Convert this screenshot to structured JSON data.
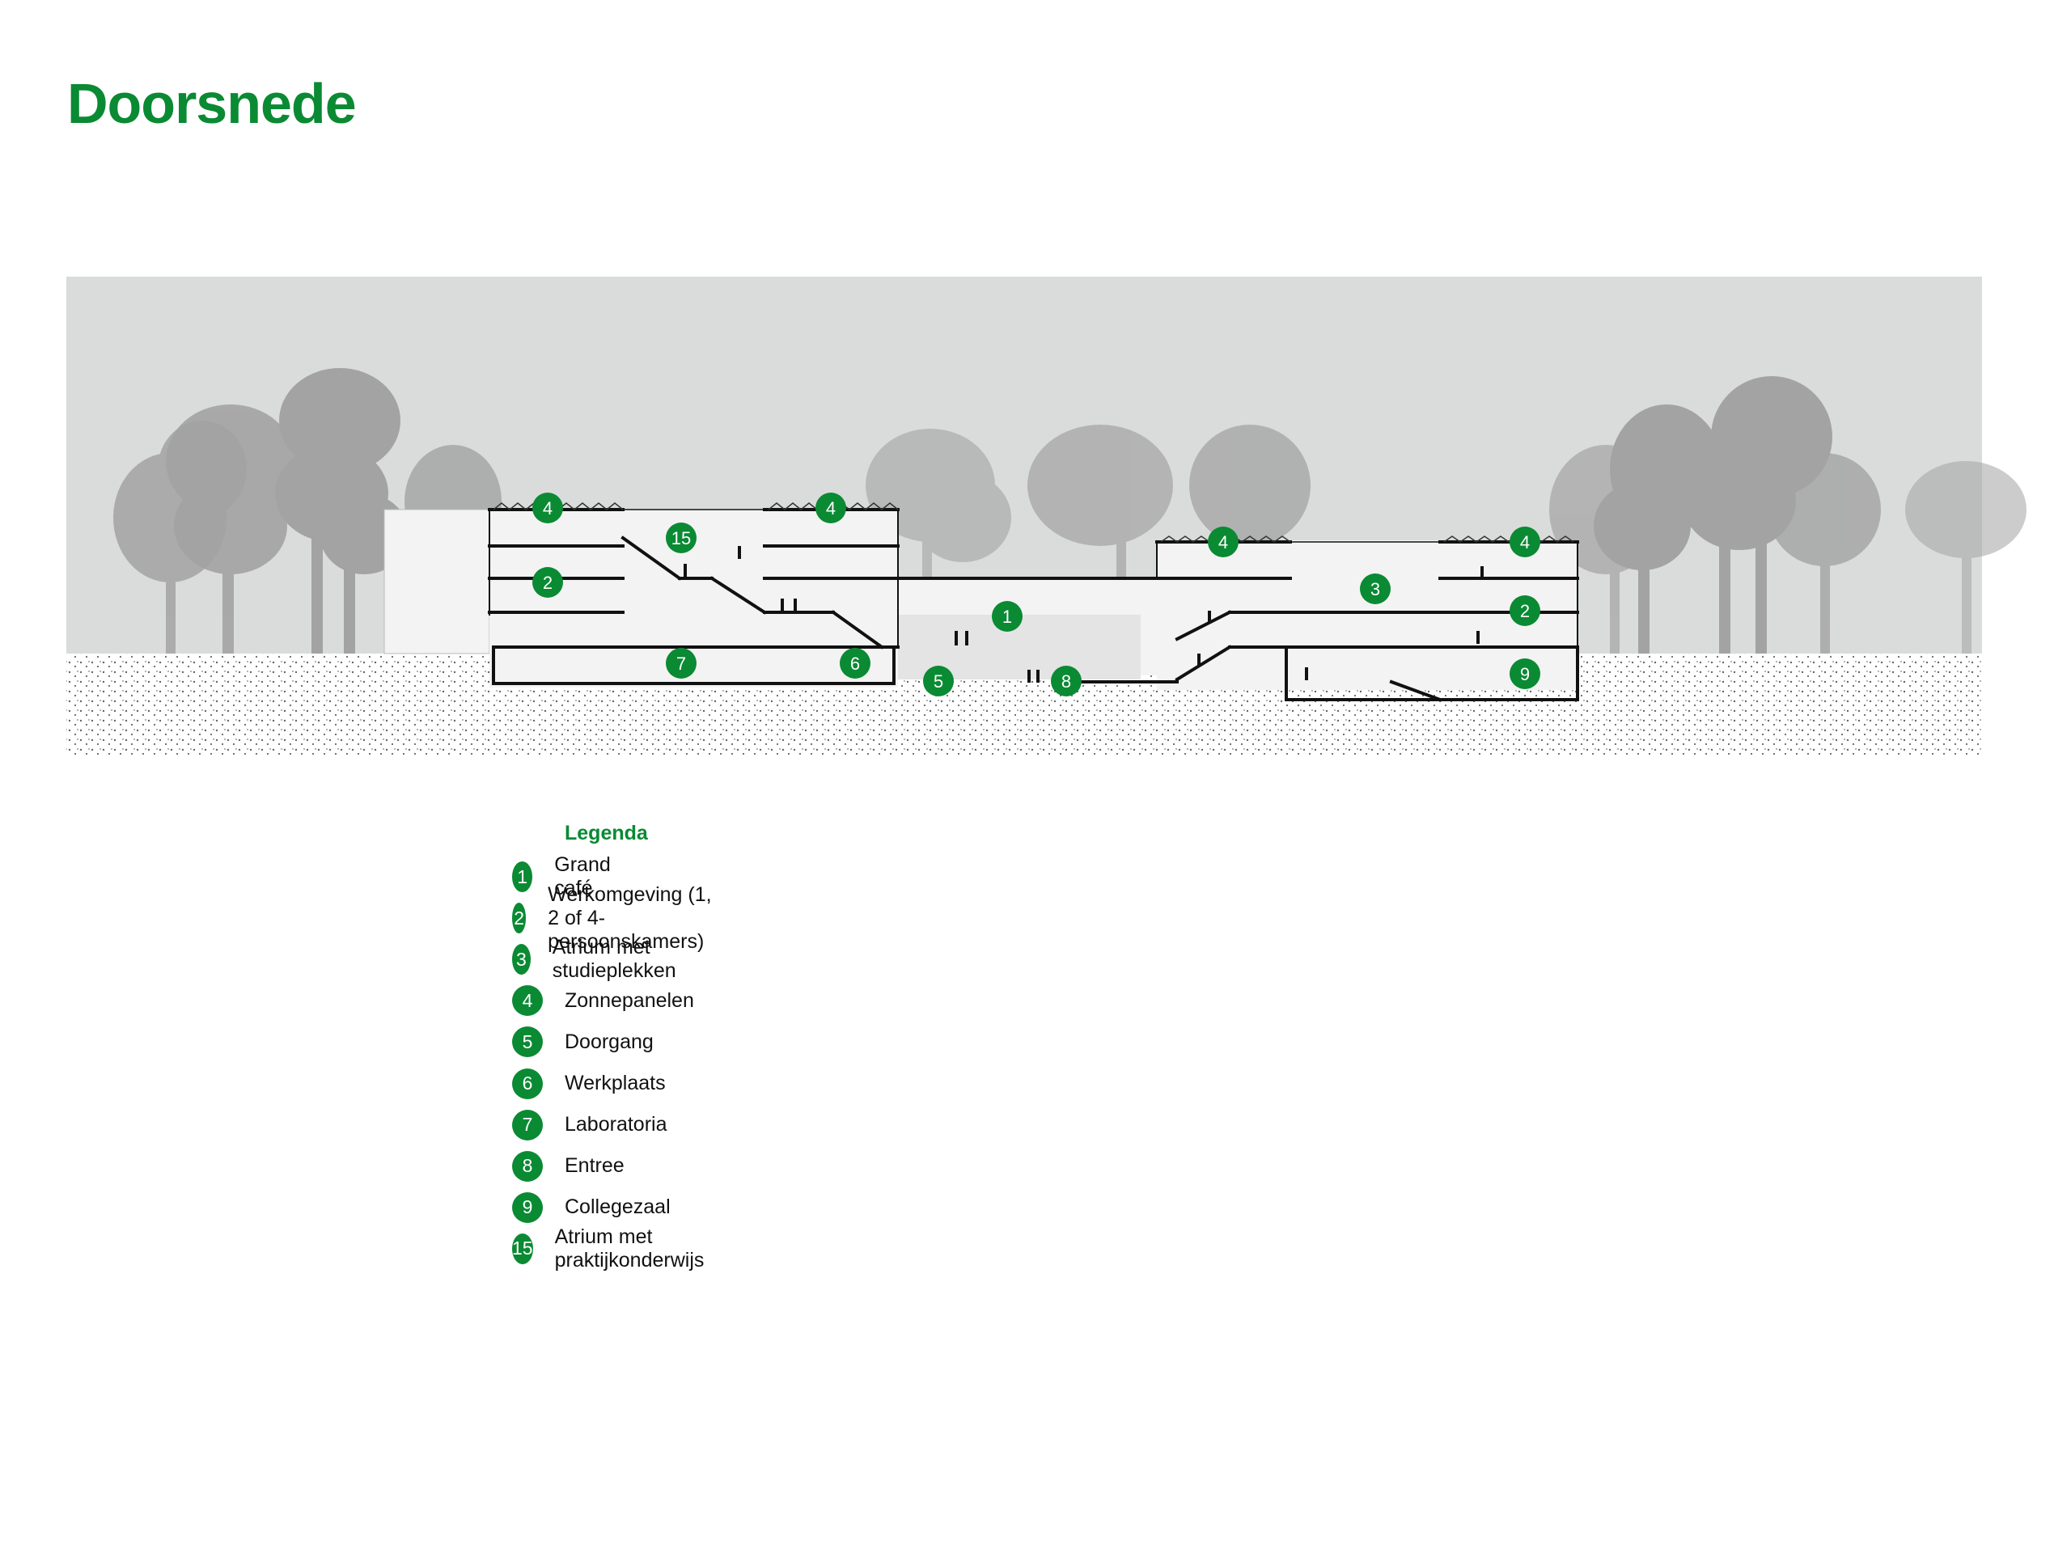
{
  "title": "Doorsnede",
  "colors": {
    "accent": "#0a8a33",
    "sky": "#d9dcdb",
    "tree": "#a9a9a9",
    "building_line": "#111111"
  },
  "section_markers": [
    "4",
    "4",
    "15",
    "2",
    "7",
    "6",
    "5",
    "8",
    "1",
    "4",
    "3",
    "4",
    "2",
    "9"
  ],
  "legend": {
    "title": "Legenda",
    "items": [
      {
        "num": "1",
        "label": "Grand café"
      },
      {
        "num": "2",
        "label": "Werkomgeving (1, 2 of 4-persoonskamers)"
      },
      {
        "num": "3",
        "label": "Atrium met studieplekken"
      },
      {
        "num": "4",
        "label": "Zonnepanelen"
      },
      {
        "num": "5",
        "label": "Doorgang"
      },
      {
        "num": "6",
        "label": "Werkplaats"
      },
      {
        "num": "7",
        "label": "Laboratoria"
      },
      {
        "num": "8",
        "label": "Entree"
      },
      {
        "num": "9",
        "label": "Collegezaal"
      },
      {
        "num": "15",
        "label": "Atrium met praktijkonderwijs"
      }
    ]
  }
}
